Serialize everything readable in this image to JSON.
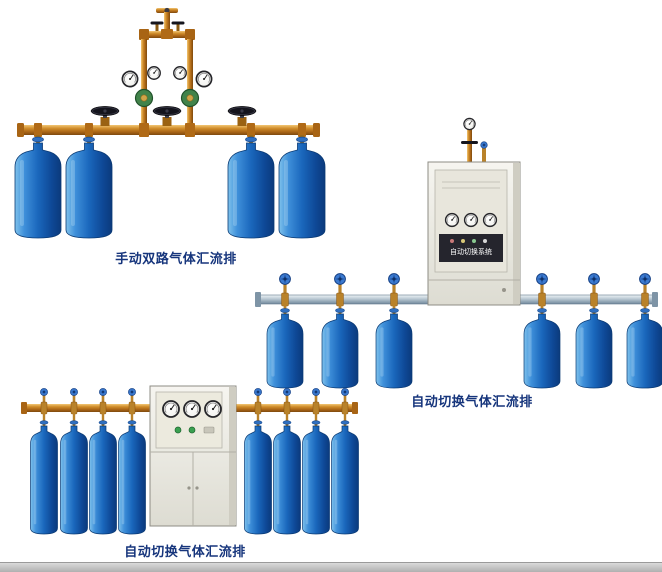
{
  "page": {
    "background": "#ffffff",
    "bottom_strip_color": "#c8c8c8"
  },
  "products": [
    {
      "caption": "手动双路气体汇流排",
      "cylinder_count": 4
    },
    {
      "caption": "自动切换气体汇流排",
      "cylinder_count": 6,
      "cabinet_label": "自动切换系统"
    },
    {
      "caption": "自动切换气体汇流排",
      "cylinder_count": 8
    }
  ],
  "colors": {
    "caption_text": "#16357c",
    "cylinder_blue": "#1a67bc",
    "brass_pipe": "#cf8c2a",
    "manifold_silver": "#96aab8",
    "cabinet_body": "#efeee8",
    "regulator_green": "#41834a"
  }
}
